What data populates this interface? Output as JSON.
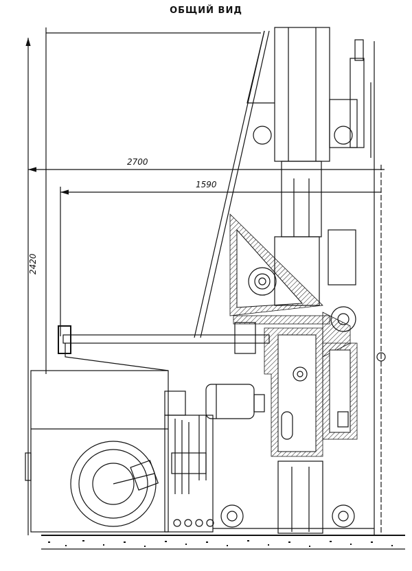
{
  "title": "ОБЩИЙ ВИД",
  "dimensions": {
    "overall_length": "2700",
    "arm_reach": "1590",
    "overall_height": "2420"
  }
}
